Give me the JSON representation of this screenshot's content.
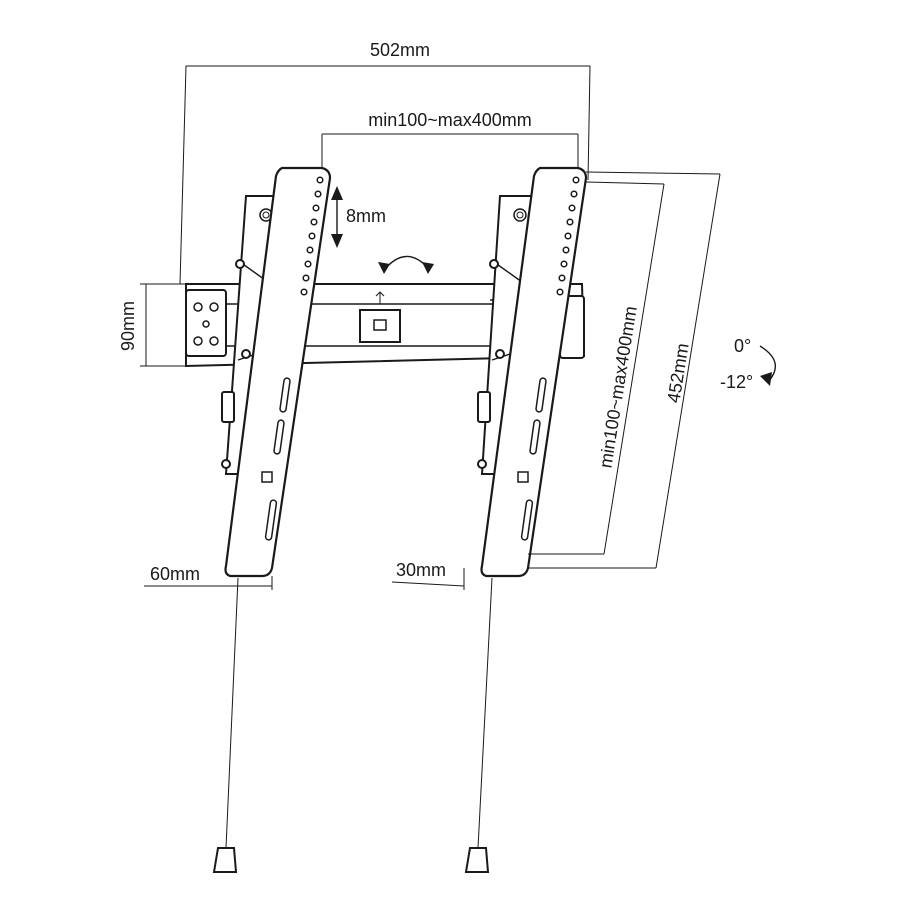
{
  "dimensions": {
    "overall_width": "502mm",
    "vesa_horizontal": "min100~max400mm",
    "vertical_adjust": "8mm",
    "plate_height": "90mm",
    "vesa_vertical": "min100~max400mm",
    "overall_height": "452mm",
    "left_offset": "60mm",
    "right_offset": "30mm"
  },
  "tilt": {
    "max_angle": "0°",
    "min_angle": "-12°"
  },
  "colors": {
    "line": "#1a1a1a",
    "background": "#ffffff"
  }
}
